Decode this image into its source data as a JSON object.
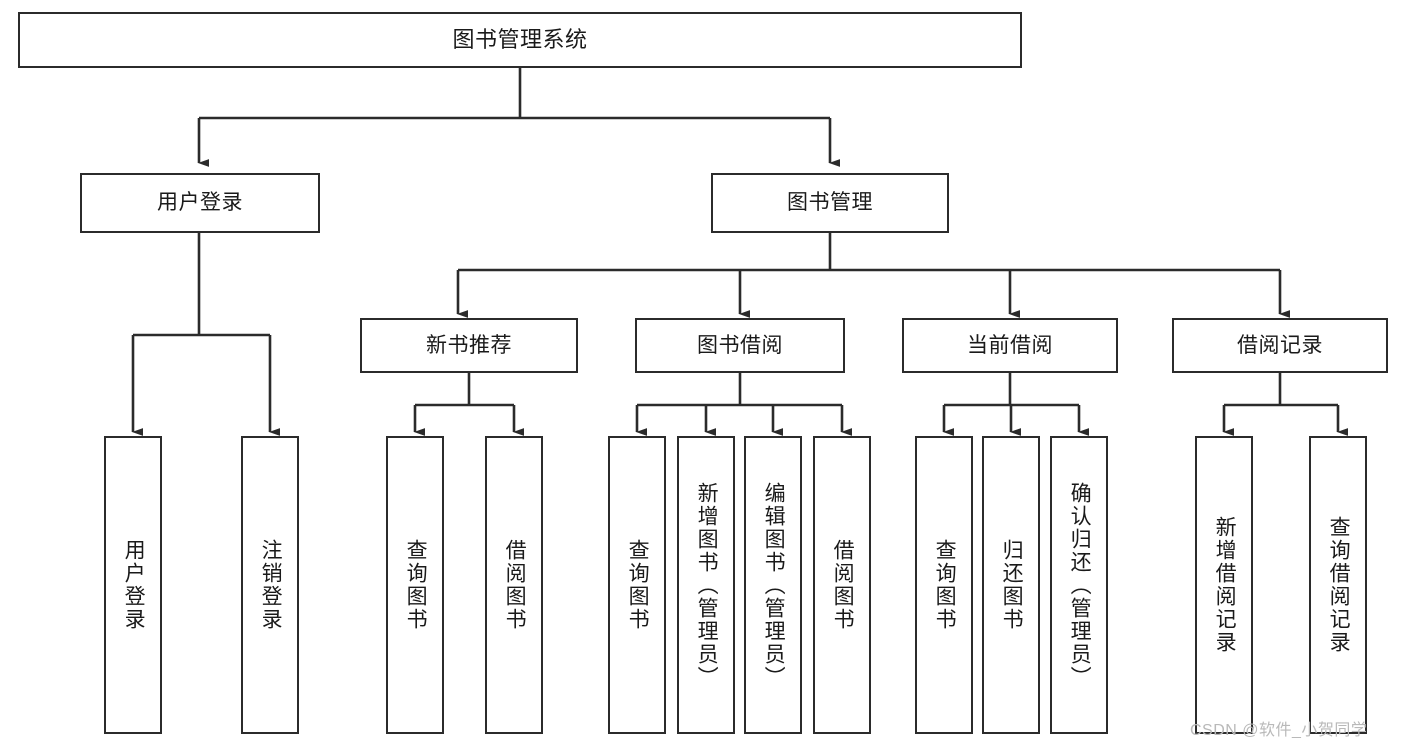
{
  "diagram": {
    "type": "tree-hierarchy",
    "title": "图书管理系统",
    "watermark": "CSDN @软件_小贺同学",
    "colors": {
      "stroke": "#2b2b2b",
      "fill": "#ffffff",
      "text": "#1a1a1a",
      "watermark": "#b9b9b9"
    },
    "nodes": {
      "root": {
        "label": "图书管理系统",
        "level": 0
      },
      "user_login": {
        "label": "用户登录",
        "level": 1
      },
      "book_manage": {
        "label": "图书管理",
        "level": 1
      },
      "new_book_rec": {
        "label": "新书推荐",
        "level": 2
      },
      "book_borrow": {
        "label": "图书借阅",
        "level": 2
      },
      "current_borrow": {
        "label": "当前借阅",
        "level": 2
      },
      "borrow_record": {
        "label": "借阅记录",
        "level": 2
      },
      "leaf_user_login": {
        "label": "用户登录",
        "level": 3
      },
      "leaf_logout": {
        "label": "注销登录",
        "level": 3
      },
      "leaf_query_book_1": {
        "label": "查询图书",
        "level": 3
      },
      "leaf_borrow_book_1": {
        "label": "借阅图书",
        "level": 3
      },
      "leaf_query_book_2": {
        "label": "查询图书",
        "level": 3
      },
      "leaf_add_book": {
        "label": "新增图书（管理员）",
        "level": 3
      },
      "leaf_edit_book": {
        "label": "编辑图书（管理员）",
        "level": 3
      },
      "leaf_borrow_book_2": {
        "label": "借阅图书",
        "level": 3
      },
      "leaf_query_book_3": {
        "label": "查询图书",
        "level": 3
      },
      "leaf_return_book": {
        "label": "归还图书",
        "level": 3
      },
      "leaf_confirm_return": {
        "label": "确认归还（管理员）",
        "level": 3
      },
      "leaf_add_record": {
        "label": "新增借阅记录",
        "level": 3
      },
      "leaf_query_record": {
        "label": "查询借阅记录",
        "level": 3
      }
    },
    "edges": [
      {
        "from": "root",
        "to": "user_login"
      },
      {
        "from": "root",
        "to": "book_manage"
      },
      {
        "from": "user_login",
        "to": "leaf_user_login"
      },
      {
        "from": "user_login",
        "to": "leaf_logout"
      },
      {
        "from": "book_manage",
        "to": "new_book_rec"
      },
      {
        "from": "book_manage",
        "to": "book_borrow"
      },
      {
        "from": "book_manage",
        "to": "current_borrow"
      },
      {
        "from": "book_manage",
        "to": "borrow_record"
      },
      {
        "from": "new_book_rec",
        "to": "leaf_query_book_1"
      },
      {
        "from": "new_book_rec",
        "to": "leaf_borrow_book_1"
      },
      {
        "from": "book_borrow",
        "to": "leaf_query_book_2"
      },
      {
        "from": "book_borrow",
        "to": "leaf_add_book"
      },
      {
        "from": "book_borrow",
        "to": "leaf_edit_book"
      },
      {
        "from": "book_borrow",
        "to": "leaf_borrow_book_2"
      },
      {
        "from": "current_borrow",
        "to": "leaf_query_book_3"
      },
      {
        "from": "current_borrow",
        "to": "leaf_return_book"
      },
      {
        "from": "current_borrow",
        "to": "leaf_confirm_return"
      },
      {
        "from": "borrow_record",
        "to": "leaf_add_record"
      },
      {
        "from": "borrow_record",
        "to": "leaf_query_record"
      }
    ]
  }
}
